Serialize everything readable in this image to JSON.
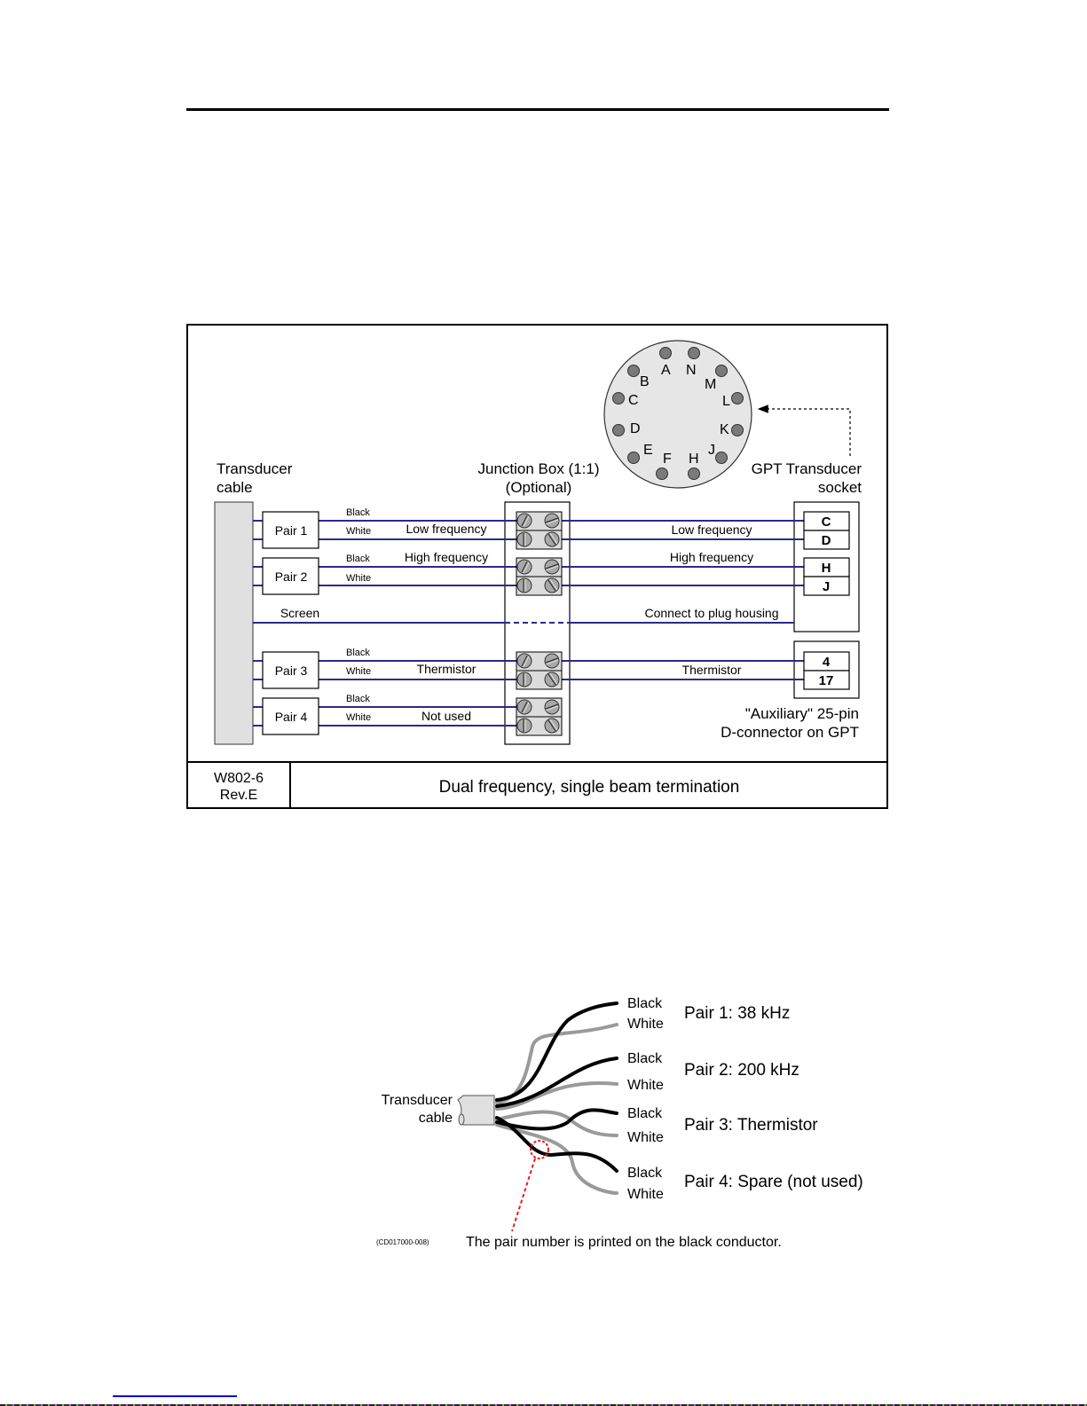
{
  "document": {
    "figure1": {
      "drawing_id": "W802-6",
      "revision": "Rev.E",
      "title": "Dual frequency, single beam termination",
      "transducer_cable_label": [
        "Transducer",
        "cable"
      ],
      "junction_box_label": [
        "Junction Box (1:1)",
        "(Optional)"
      ],
      "gpt_socket_label": [
        "GPT Transducer",
        "socket"
      ],
      "aux_connector_label": [
        "\"Auxiliary\" 25-pin",
        "D-connector on GPT"
      ],
      "socket_pins": [
        "A",
        "N",
        "B",
        "M",
        "C",
        "L",
        "D",
        "K",
        "E",
        "J",
        "F",
        "H"
      ],
      "wire_color_black": "Black",
      "wire_color_white": "White",
      "pairs": [
        {
          "label": "Pair 1",
          "signal_left": "Low frequency",
          "signal_right": "Low frequency",
          "pins": [
            "C",
            "D"
          ]
        },
        {
          "label": "Pair 2",
          "signal_left": "High frequency",
          "signal_right": "High frequency",
          "pins": [
            "H",
            "J"
          ]
        },
        {
          "label": "Pair 3",
          "signal_left": "Thermistor",
          "signal_right": "Thermistor",
          "pins": [
            "4",
            "17"
          ]
        },
        {
          "label": "Pair 4",
          "signal_left": "Not used",
          "signal_right": "",
          "pins": []
        }
      ],
      "screen_label": "Screen",
      "screen_right_label": "Connect to plug housing",
      "wire_color": "#2a2a8c"
    },
    "figure2": {
      "cable_label": [
        "Transducer",
        "cable"
      ],
      "pairs": [
        {
          "black": "Black",
          "white": "White",
          "desc": "Pair 1: 38 kHz"
        },
        {
          "black": "Black",
          "white": "White",
          "desc": "Pair 2: 200 kHz"
        },
        {
          "black": "Black",
          "white": "White",
          "desc": "Pair 3: Thermistor"
        },
        {
          "black": "Black",
          "white": "White",
          "desc": "Pair 4: Spare (not used)"
        }
      ],
      "note": "The pair number is printed on the black conductor.",
      "figure_code": "(CD017000-008)",
      "highlight_color": "#e02020"
    }
  }
}
